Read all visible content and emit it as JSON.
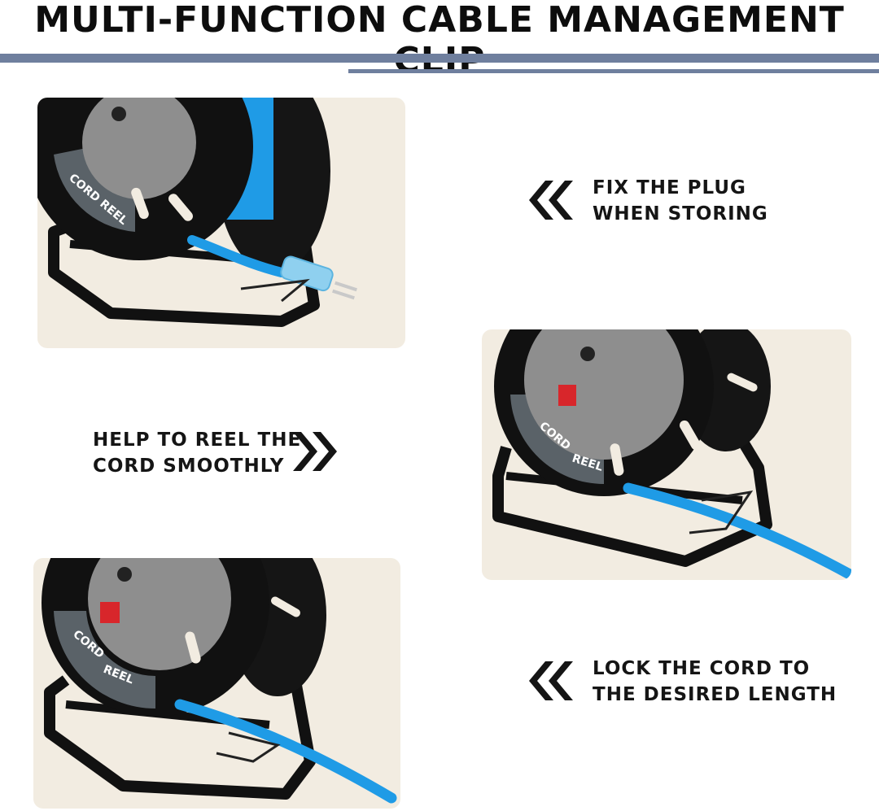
{
  "title": "MULTI-FUNCTION CABLE MANAGEMENT CLIP",
  "features": [
    {
      "lines": [
        "FIX THE PLUG",
        "WHEN STORING"
      ],
      "arrow": "chevron-double-left-icon"
    },
    {
      "lines": [
        "HELP TO REEL THE",
        "CORD SMOOTHLY"
      ],
      "arrow": "chevron-double-right-icon"
    },
    {
      "lines": [
        "LOCK THE CORD TO",
        "THE DESIRED LENGTH"
      ],
      "arrow": "chevron-double-left-icon"
    }
  ],
  "reel_labels": [
    "CORD REEL",
    "CORD",
    "REEL"
  ],
  "colors": {
    "accent_rule": "#6f7f9e",
    "panel_bg": "#f2ece1",
    "cord_blue": "#1f9be6",
    "reel_black": "#111111",
    "hub_gray": "#8e8e8e",
    "label_gray": "#5a6268",
    "switch_red": "#d8262b"
  }
}
